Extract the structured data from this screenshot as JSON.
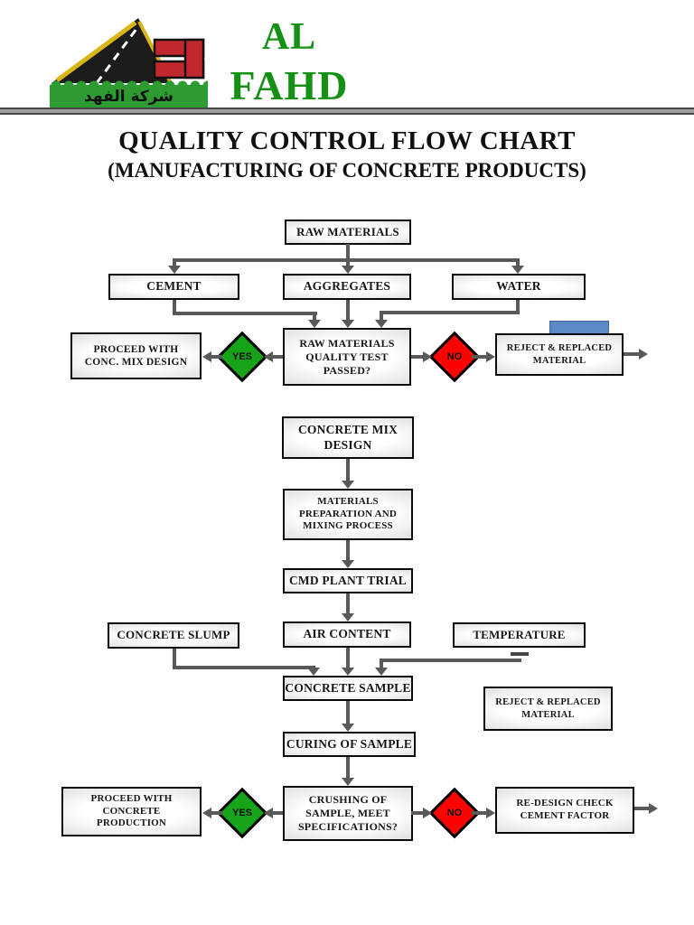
{
  "header": {
    "logo": {
      "arabic_text": "شركة الفهد"
    },
    "company_line1": "AL",
    "company_line2": "FAHD",
    "brand_green": "#149014"
  },
  "title": {
    "line1": "QUALITY CONTROL FLOW CHART",
    "line2": "(MANUFACTURING OF CONCRETE PRODUCTS)"
  },
  "flowchart": {
    "nodes": {
      "raw_materials": {
        "label": "RAW MATERIALS"
      },
      "cement": {
        "label": "CEMENT"
      },
      "aggregates": {
        "label": "AGGREGATES"
      },
      "water": {
        "label": "WATER"
      },
      "proceed_conc_mix": {
        "label": "PROCEED WITH CONC. MIX DESIGN"
      },
      "quality_test": {
        "label": "RAW MATERIALS QUALITY TEST PASSED?"
      },
      "reject_replaced_top": {
        "label": "REJECT & REPLACED MATERIAL"
      },
      "concrete_mix_design": {
        "label": "CONCRETE MIX DESIGN"
      },
      "materials_prep": {
        "label": "MATERIALS PREPARATION AND MIXING PROCESS"
      },
      "cmd_plant_trial": {
        "label": "CMD PLANT TRIAL"
      },
      "concrete_slump": {
        "label": "CONCRETE SLUMP"
      },
      "air_content": {
        "label": "AIR CONTENT"
      },
      "temperature": {
        "label": "TEMPERATURE"
      },
      "concrete_sample": {
        "label": "CONCRETE SAMPLE"
      },
      "reject_replaced_mid": {
        "label": "REJECT & REPLACED MATERIAL"
      },
      "curing_of_sample": {
        "label": "CURING OF SAMPLE"
      },
      "crushing": {
        "label": "CRUSHING OF SAMPLE, MEET SPECIFICATIONS?"
      },
      "proceed_production": {
        "label": "PROCEED WITH CONCRETE PRODUCTION"
      },
      "redesign": {
        "label": "RE-DESIGN CHECK CEMENT FACTOR"
      }
    },
    "decisions": {
      "yes1": {
        "label": "YES"
      },
      "no1": {
        "label": "NO"
      },
      "yes2": {
        "label": "YES"
      },
      "no2": {
        "label": "NO"
      }
    },
    "colors": {
      "decision_yes": "#17A317",
      "decision_no": "#FC0200",
      "connector": "#595959",
      "highlight_box_blue": "#5C88C5"
    },
    "edges": [
      {
        "from": "raw_materials",
        "to": "cement"
      },
      {
        "from": "raw_materials",
        "to": "aggregates"
      },
      {
        "from": "raw_materials",
        "to": "water"
      },
      {
        "from": "cement",
        "to": "quality_test"
      },
      {
        "from": "aggregates",
        "to": "quality_test"
      },
      {
        "from": "water",
        "to": "quality_test"
      },
      {
        "from": "quality_test",
        "to": "proceed_conc_mix",
        "label": "YES"
      },
      {
        "from": "quality_test",
        "to": "reject_replaced_top",
        "label": "NO"
      },
      {
        "from": "reject_replaced_top",
        "to": "off-page-right"
      },
      {
        "from": "concrete_mix_design",
        "to": "materials_prep"
      },
      {
        "from": "materials_prep",
        "to": "cmd_plant_trial"
      },
      {
        "from": "cmd_plant_trial",
        "to": "air_content"
      },
      {
        "from": "concrete_slump",
        "to": "concrete_sample"
      },
      {
        "from": "air_content",
        "to": "concrete_sample"
      },
      {
        "from": "temperature",
        "to": "concrete_sample"
      },
      {
        "from": "concrete_sample",
        "to": "curing_of_sample"
      },
      {
        "from": "curing_of_sample",
        "to": "crushing"
      },
      {
        "from": "crushing",
        "to": "proceed_production",
        "label": "YES"
      },
      {
        "from": "crushing",
        "to": "redesign",
        "label": "NO"
      },
      {
        "from": "redesign",
        "to": "off-page-right"
      }
    ]
  }
}
